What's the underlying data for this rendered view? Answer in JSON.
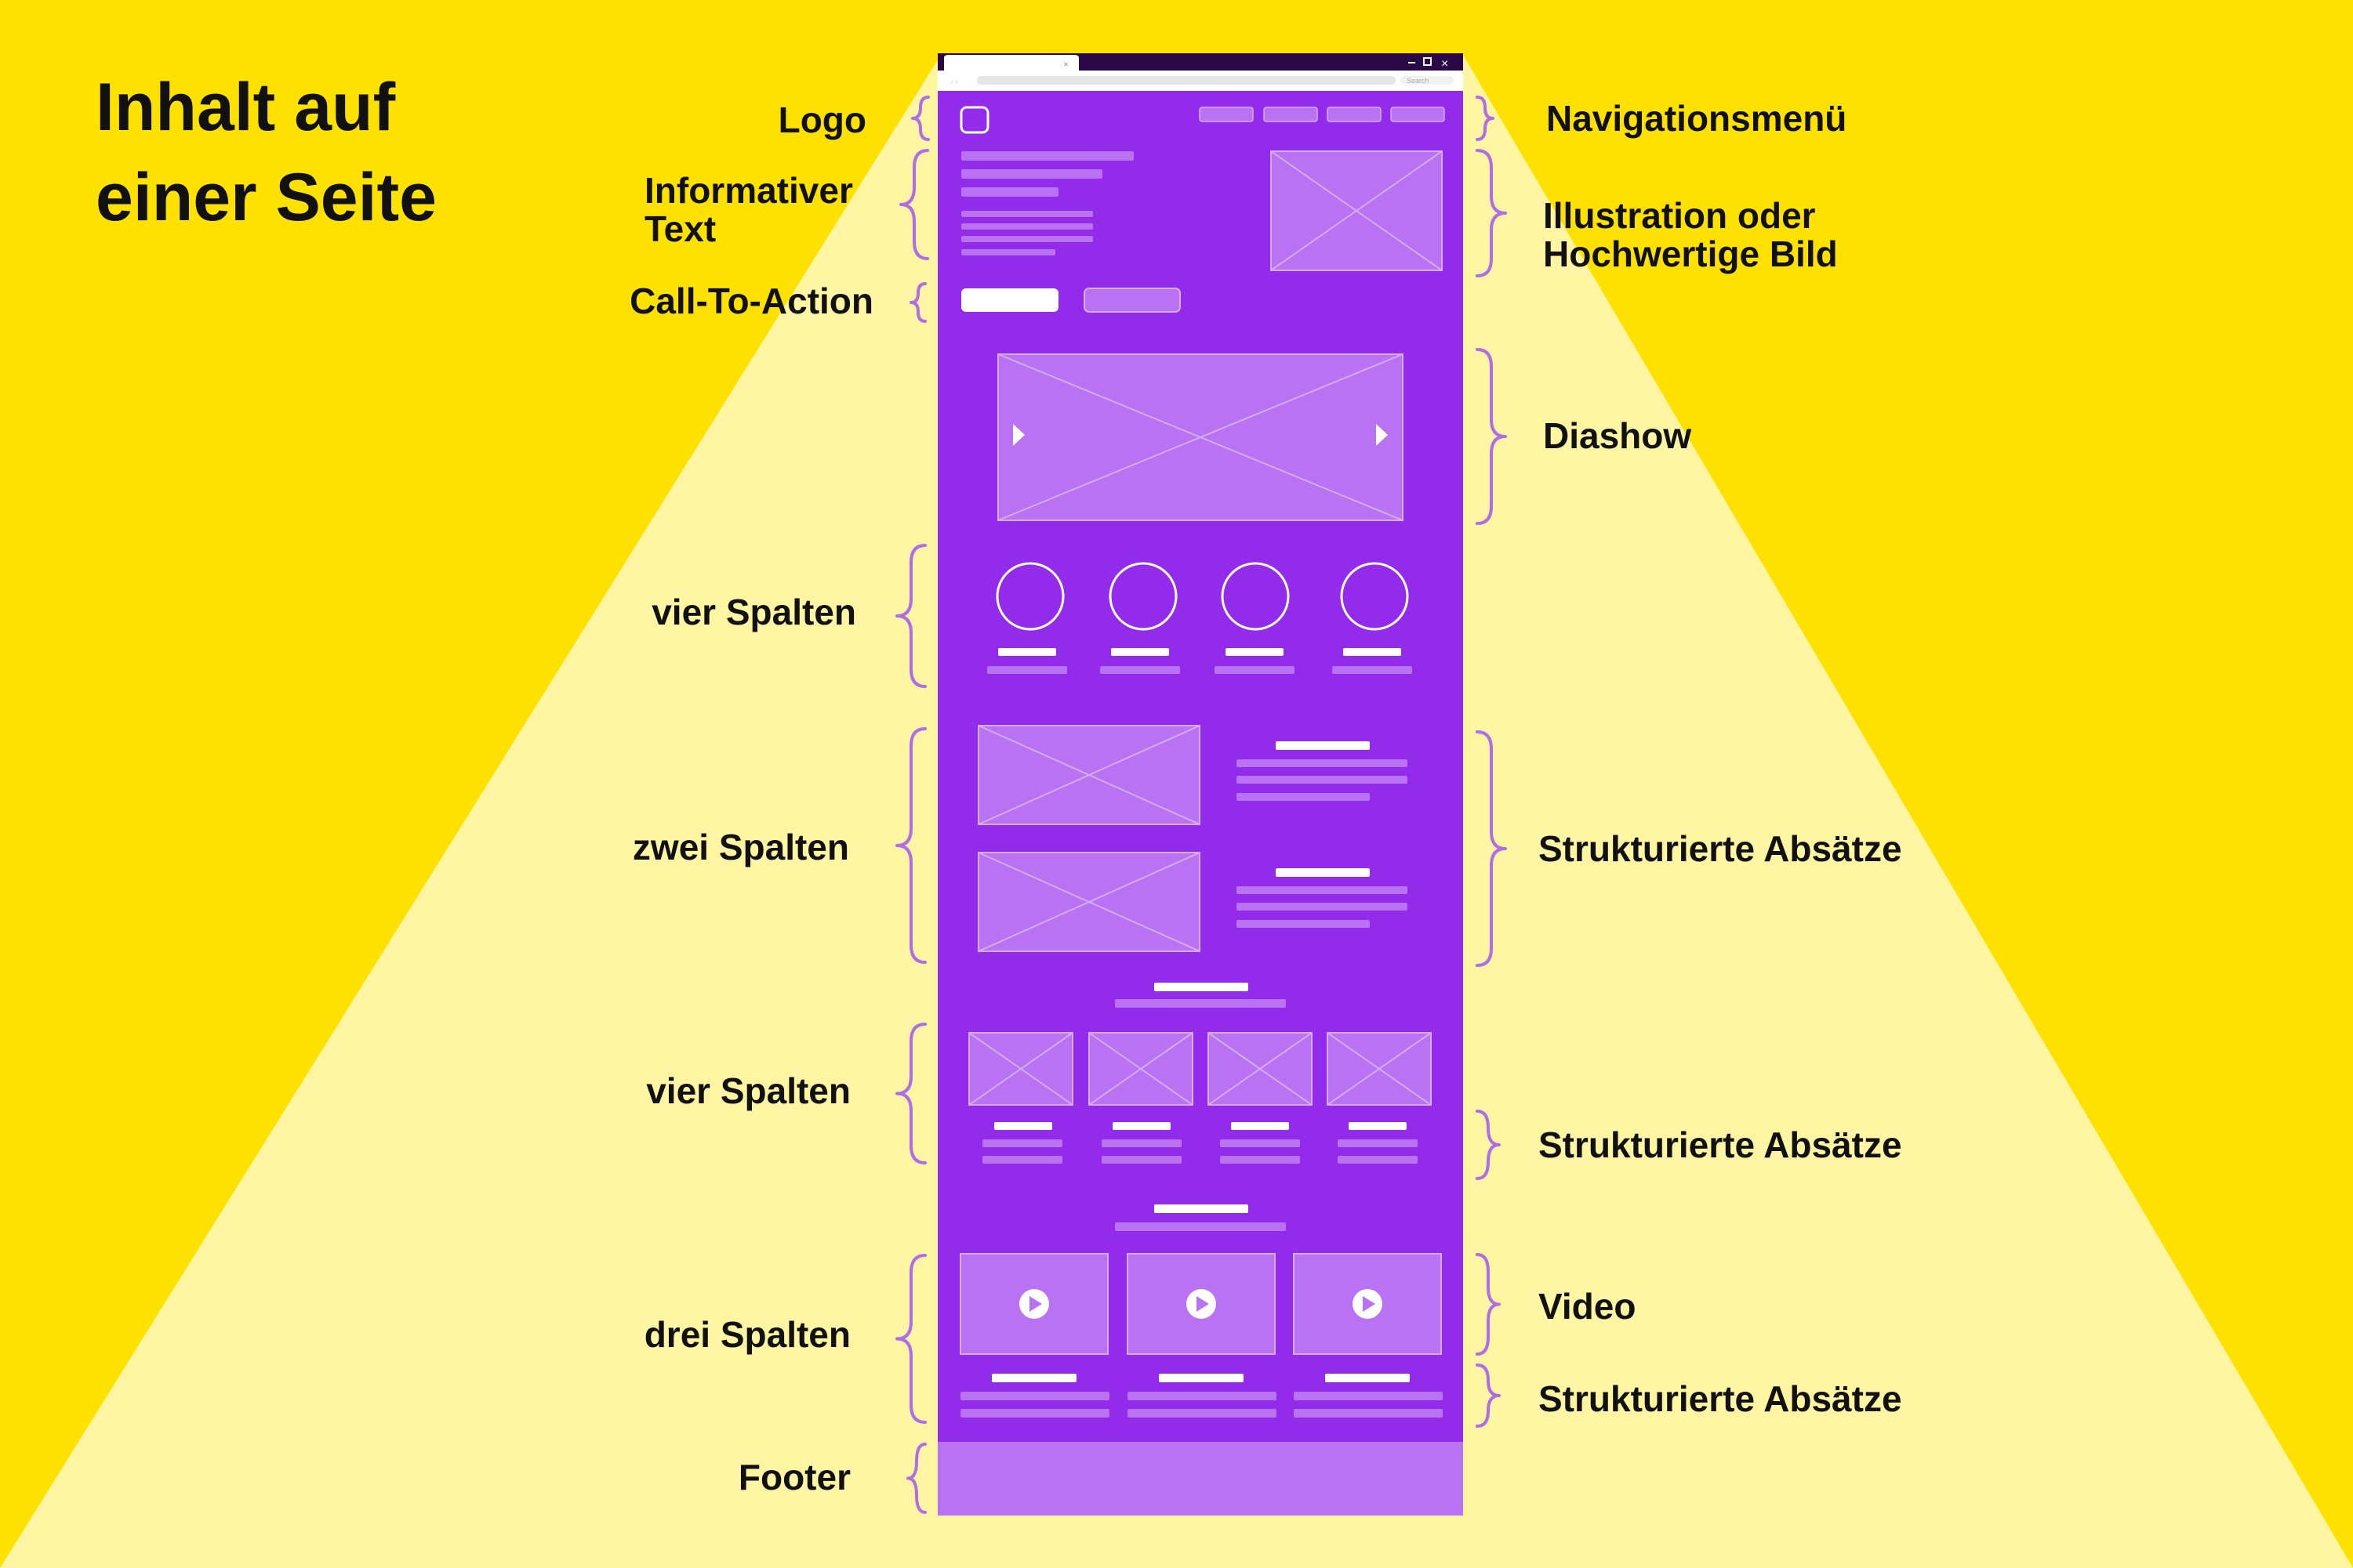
{
  "title": {
    "line1": "Inhalt auf",
    "line2": "einer Seite"
  },
  "labels_left": {
    "logo": "Logo",
    "informative_text_line1": "Informativer",
    "informative_text_line2": "Text",
    "call_to_action": "Call-To-Action",
    "four_columns_1": "vier Spalten",
    "two_columns": "zwei Spalten",
    "four_columns_2": "vier Spalten",
    "three_columns": "drei Spalten",
    "footer": "Footer"
  },
  "labels_right": {
    "navigation_menu": "Navigationsmenü",
    "illustration_line1": "Illustration oder",
    "illustration_line2": "Hochwertige Bild",
    "slideshow": "Diashow",
    "structured_paragraphs_1": "Strukturierte Absätze",
    "structured_paragraphs_2": "Strukturierte Absätze",
    "video": "Video",
    "structured_paragraphs_3": "Strukturierte Absätze"
  },
  "browser": {
    "search_placeholder": "Search"
  },
  "colors": {
    "background": "#FFE100",
    "light_beam": "#FFF5A3",
    "page_purple": "#932CEA",
    "placeholder_purple": "#B872F2",
    "brace_purple": "#B06EE6",
    "browser_bar": "#2A0846"
  }
}
